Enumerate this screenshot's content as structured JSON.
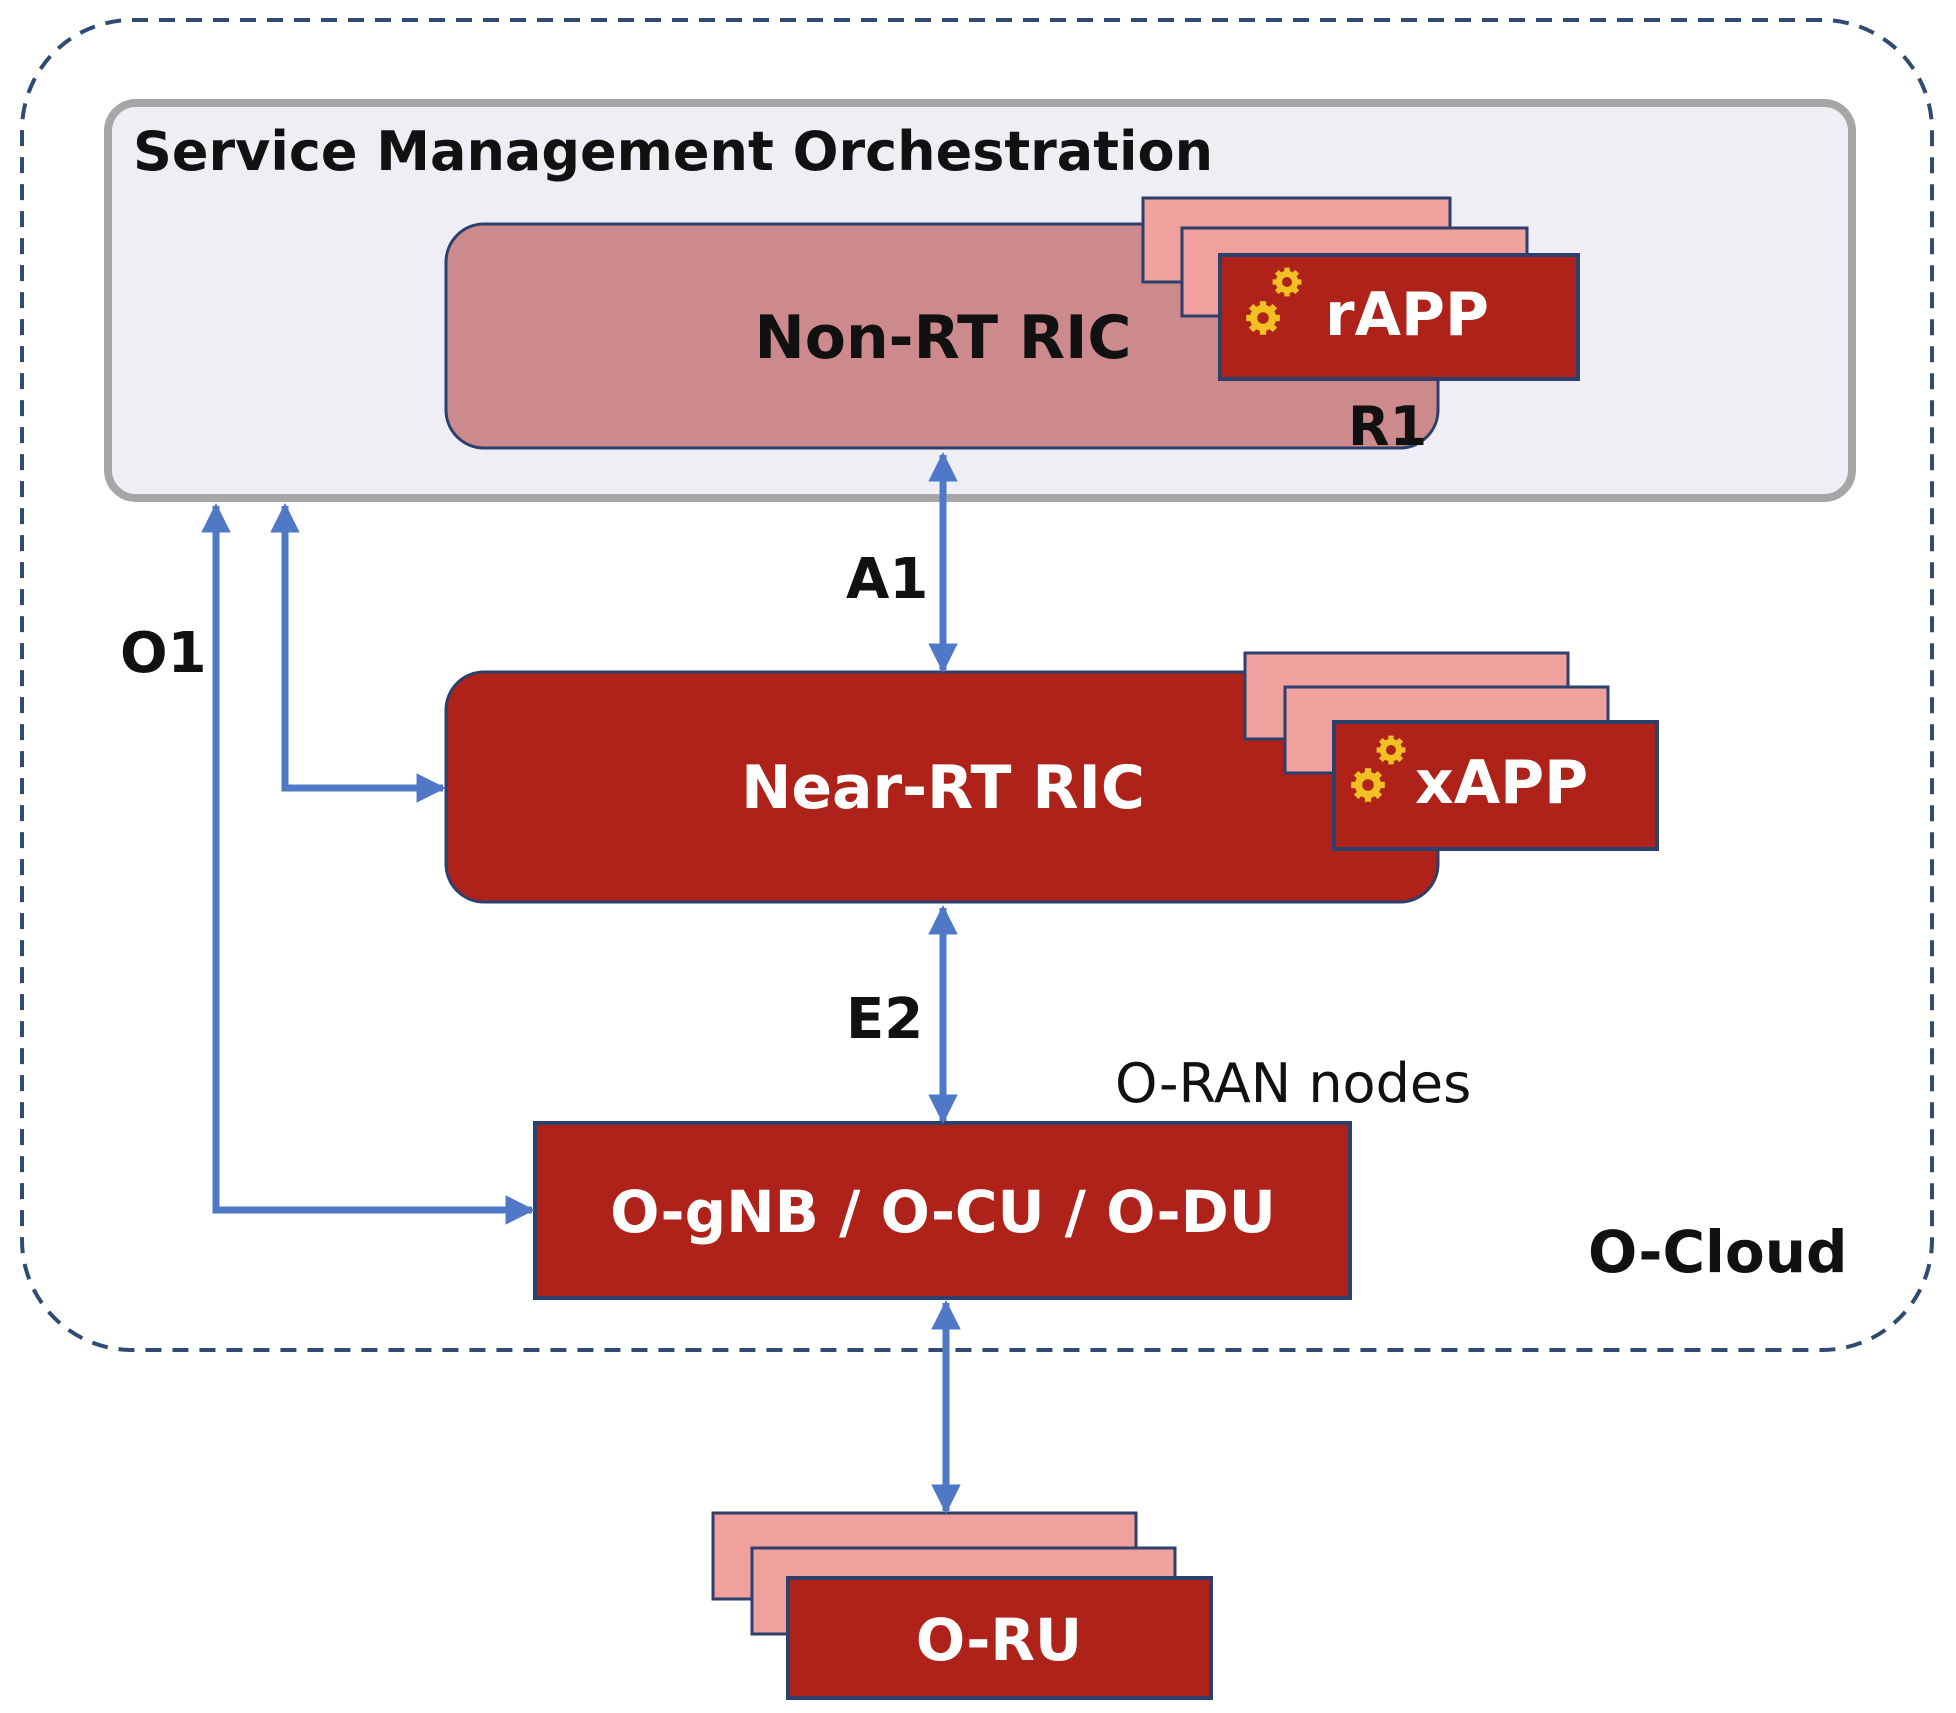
{
  "labels": {
    "smo": "Service Management Orchestration",
    "non_rt_ric": "Non-RT RIC",
    "rapp": "rAPP",
    "r1": "R1",
    "a1": "A1",
    "o1": "O1",
    "near_rt_ric": "Near-RT RIC",
    "xapp": "xAPP",
    "e2": "E2",
    "oran_nodes": "O-RAN nodes",
    "ogNB": "O-gNB / O-CU / O-DU",
    "ocloud": "O-Cloud",
    "oru": "O-RU"
  },
  "colors": {
    "dashed_border": "#2f4a73",
    "smo_fill": "#eeeef4",
    "smo_border": "#a6a6a6",
    "non_rt_fill": "#cd8a8d",
    "dark_red": "#ae2219",
    "pink": "#f0a09d",
    "node_border": "#2d3f6b",
    "arrow": "#4f78c6",
    "gear": "#f2c022",
    "text_dark": "#111111",
    "text_white": "#ffffff"
  },
  "icons": {
    "rapp_icon": "gears-icon",
    "xapp_icon": "gears-icon"
  }
}
